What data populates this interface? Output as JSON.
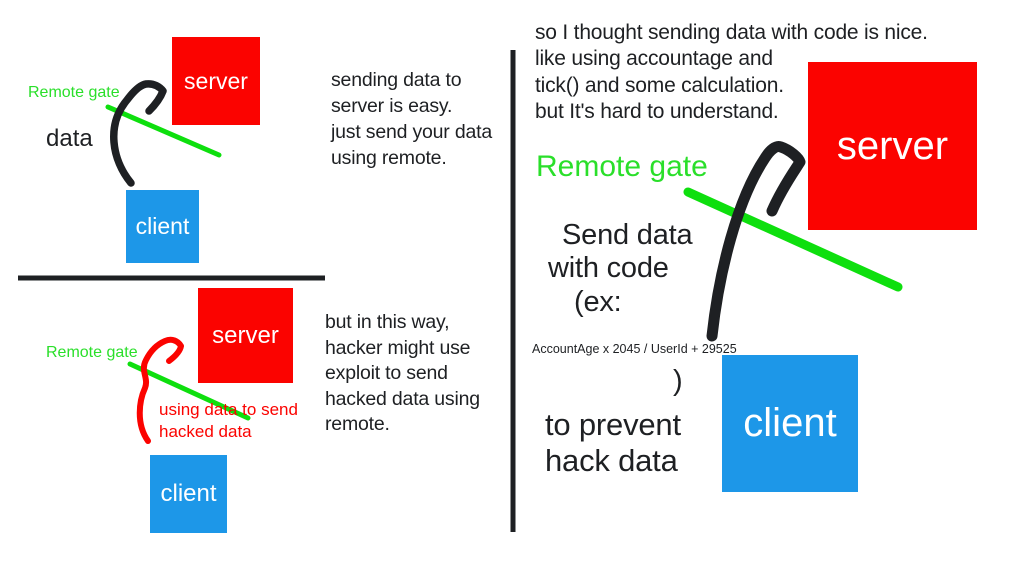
{
  "colors": {
    "ink": "#1e2023",
    "red": "#fb0300",
    "blue": "#1d97e8",
    "green_text": "#2adf2a",
    "green_line": "#0edf0e",
    "white": "#ffffff"
  },
  "left_top": {
    "remote_gate_label": "Remote gate",
    "data_label": "data",
    "server_box_label": "server",
    "client_box_label": "client",
    "caption": "sending data to\nserver is easy.\njust send your data\nusing remote."
  },
  "left_bottom": {
    "remote_gate_label": "Remote gate",
    "hacked_note": "using data to send\nhacked data",
    "server_box_label": "server",
    "client_box_label": "client",
    "caption": "but in this way,\nhacker might use\nexploit to send\nhacked data using\nremote."
  },
  "right": {
    "intro": "so I thought sending data with code is nice.\nlike using accountage and\ntick() and some calculation.\nbut It's hard to understand.",
    "remote_gate_label": "Remote gate",
    "send_line_1": "Send data",
    "send_line_2": "with code",
    "send_line_3": "(ex:",
    "formula": "AccountAge x 2045 / UserId + 29525",
    "close_paren": ")",
    "outro": "to prevent\nhack data",
    "server_box_label": "server",
    "client_box_label": "client"
  }
}
